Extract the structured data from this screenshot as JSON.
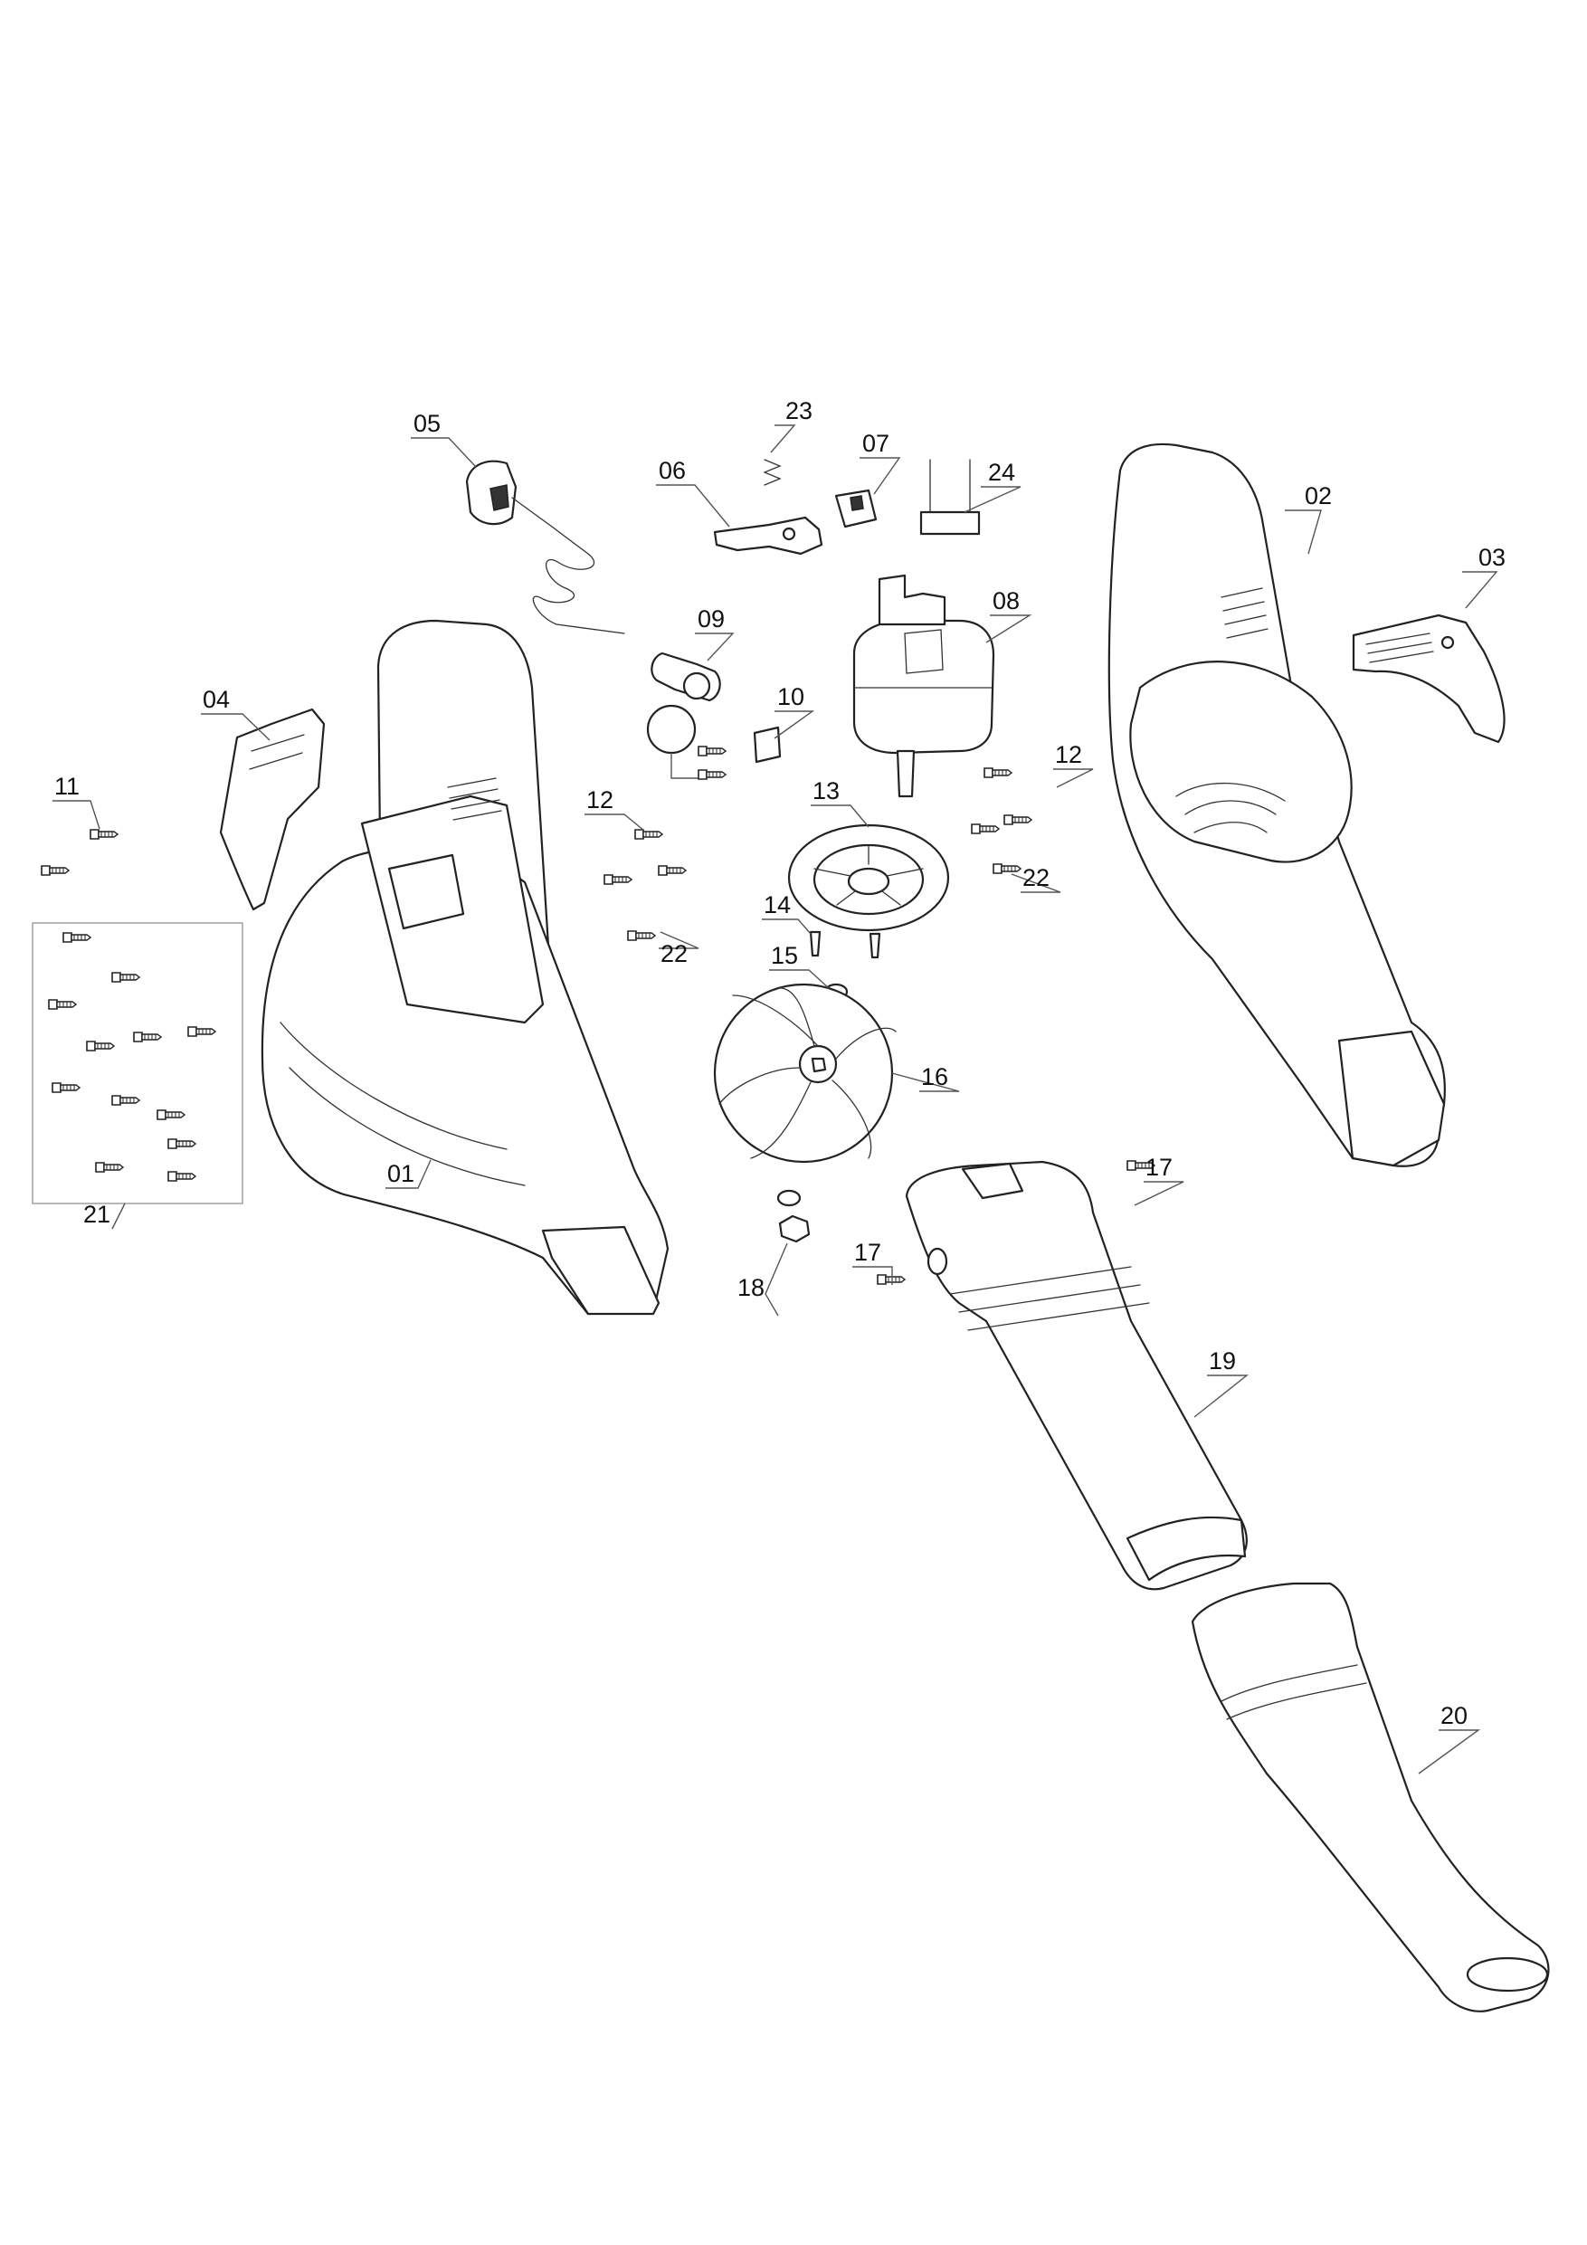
{
  "parts": [
    {
      "id": "part-01",
      "label": "01"
    },
    {
      "id": "part-02",
      "label": "02"
    },
    {
      "id": "part-03",
      "label": "03"
    },
    {
      "id": "part-04",
      "label": "04"
    },
    {
      "id": "part-05",
      "label": "05"
    },
    {
      "id": "part-06",
      "label": "06"
    },
    {
      "id": "part-07",
      "label": "07"
    },
    {
      "id": "part-08",
      "label": "08"
    },
    {
      "id": "part-09",
      "label": "09"
    },
    {
      "id": "part-10",
      "label": "10"
    },
    {
      "id": "part-11",
      "label": "11"
    },
    {
      "id": "part-12a",
      "label": "12"
    },
    {
      "id": "part-12b",
      "label": "12"
    },
    {
      "id": "part-13",
      "label": "13"
    },
    {
      "id": "part-14",
      "label": "14"
    },
    {
      "id": "part-15",
      "label": "15"
    },
    {
      "id": "part-16",
      "label": "16"
    },
    {
      "id": "part-17a",
      "label": "17"
    },
    {
      "id": "part-17b",
      "label": "17"
    },
    {
      "id": "part-18",
      "label": "18"
    },
    {
      "id": "part-19",
      "label": "19"
    },
    {
      "id": "part-20",
      "label": "20"
    },
    {
      "id": "part-21",
      "label": "21"
    },
    {
      "id": "part-22a",
      "label": "22"
    },
    {
      "id": "part-22b",
      "label": "22"
    },
    {
      "id": "part-23",
      "label": "23"
    },
    {
      "id": "part-24",
      "label": "24"
    }
  ]
}
